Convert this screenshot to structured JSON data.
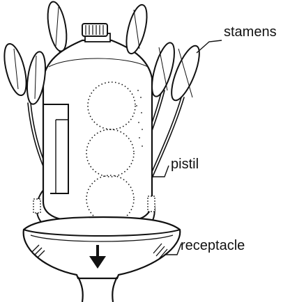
{
  "labels": {
    "stamens": "stamens",
    "pistil": "pistil",
    "receptacle": "receptacle"
  },
  "colors": {
    "ink": "#111111",
    "paper": "#ffffff"
  }
}
